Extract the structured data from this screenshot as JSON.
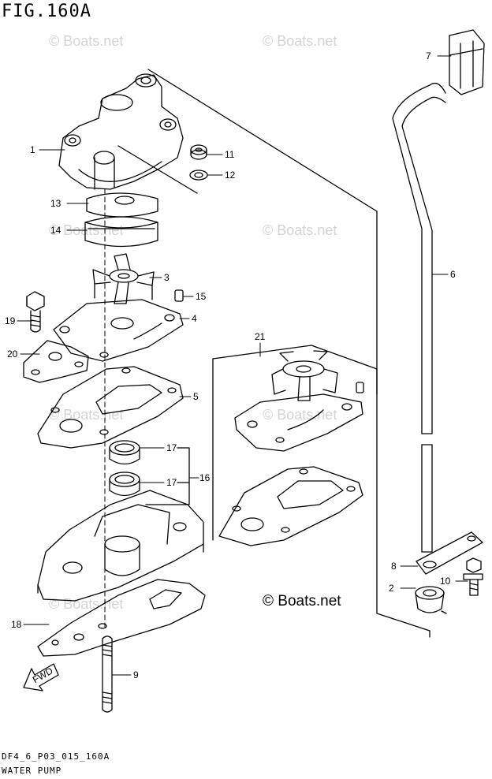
{
  "figure": {
    "title": "FIG.160A",
    "code": "DF4_6_P03_015_160A",
    "name": "WATER PUMP",
    "copyright": "© Boats.net",
    "watermark": "© Boats.net",
    "fwd_label": "FWD"
  },
  "callouts": [
    "1",
    "2",
    "3",
    "4",
    "5",
    "6",
    "7",
    "8",
    "9",
    "10",
    "11",
    "12",
    "13",
    "14",
    "15",
    "16",
    "17",
    "17",
    "18",
    "19",
    "20",
    "21"
  ]
}
